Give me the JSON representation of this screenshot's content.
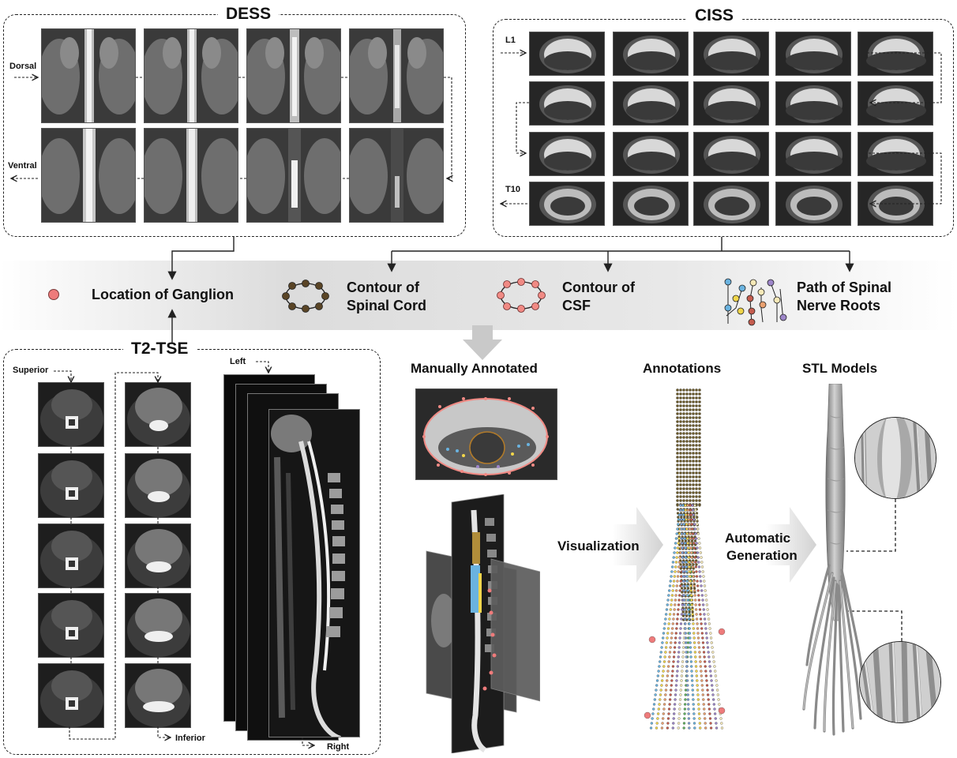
{
  "panels": {
    "dess": {
      "title": "DESS",
      "dorsal": "Dorsal",
      "ventral": "Ventral"
    },
    "ciss": {
      "title": "CISS",
      "top_level": "L1",
      "bottom_level": "T10"
    },
    "t2tse": {
      "title": "T2-TSE",
      "superior": "Superior",
      "inferior": "Inferior",
      "left": "Left",
      "right": "Right"
    }
  },
  "legend": {
    "ganglion": "Location of Ganglion",
    "cord_line1": "Contour of",
    "cord_line2": "Spinal Cord",
    "csf_line1": "Contour of",
    "csf_line2": "CSF",
    "roots_line1": "Path of Spinal",
    "roots_line2": "Nerve Roots"
  },
  "pipeline": {
    "manual": "Manually Annotated",
    "annotations": "Annotations",
    "stl": "STL Models",
    "visualization": "Visualization",
    "auto_line1": "Automatic",
    "auto_line2": "Generation"
  },
  "colors": {
    "ganglion": "#ee7b7b",
    "cord": "#5a4526",
    "csf": "#f08a84",
    "root_colors": [
      "#6ab3e0",
      "#f2d64a",
      "#e9a06f",
      "#c55d4f",
      "#9d86c9",
      "#f6e9b8"
    ]
  }
}
